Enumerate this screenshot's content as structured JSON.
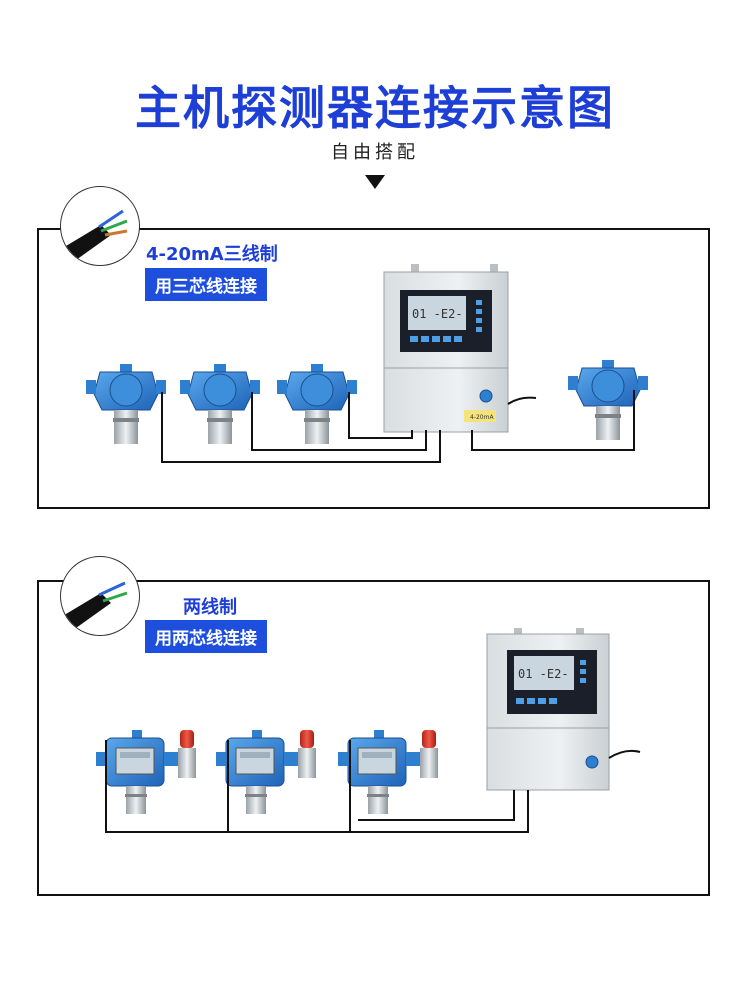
{
  "header": {
    "title": "主机探测器连接示意图",
    "subtitle": "自由搭配"
  },
  "panel1": {
    "wire_type": "4-20mA三线制",
    "connect_label": "用三芯线连接",
    "controller_tag": "4-20mA"
  },
  "panel2": {
    "wire_type": "两线制",
    "connect_label": "用两芯线连接"
  },
  "colors": {
    "title": "#1e3fd6",
    "label_box": "#1e4fdc",
    "detector_blue": "#2f7fd0",
    "controller_body": "#e8ecee",
    "screen": "#1a1f2a",
    "lcd": "#c9d6e0",
    "alarm_red": "#d63a2c"
  }
}
